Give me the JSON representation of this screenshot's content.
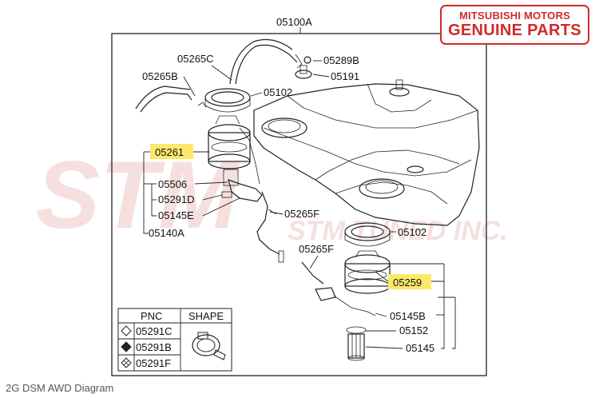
{
  "badge": {
    "line1": "MITSUBISHI MOTORS",
    "line2": "GENUINE PARTS"
  },
  "watermark": {
    "big": "STM",
    "small": "STM TUNED INC."
  },
  "caption": "2G DSM AWD Diagram",
  "parts": {
    "p05100A": "05100A",
    "p05265C": "05265C",
    "p05265B": "05265B",
    "p05289B": "05289B",
    "p05191": "05191",
    "p05102_top": "05102",
    "p05261": "05261",
    "p05506": "05506",
    "p05291D": "05291D",
    "p05145E": "05145E",
    "p05140A": "05140A",
    "p05265F_top": "05265F",
    "p05102_mid": "05102",
    "p05265F_bot": "05265F",
    "p05259": "05259",
    "p05145B": "05145B",
    "p05152": "05152",
    "p05145": "05145"
  },
  "legend": {
    "header_pnc": "PNC",
    "header_shape": "SHAPE",
    "rows": [
      "05291C",
      "05291B",
      "05291F"
    ]
  },
  "colors": {
    "highlight": "#fce96a",
    "badge_red": "#d02a2a",
    "watermark": "#f3d6d6"
  }
}
